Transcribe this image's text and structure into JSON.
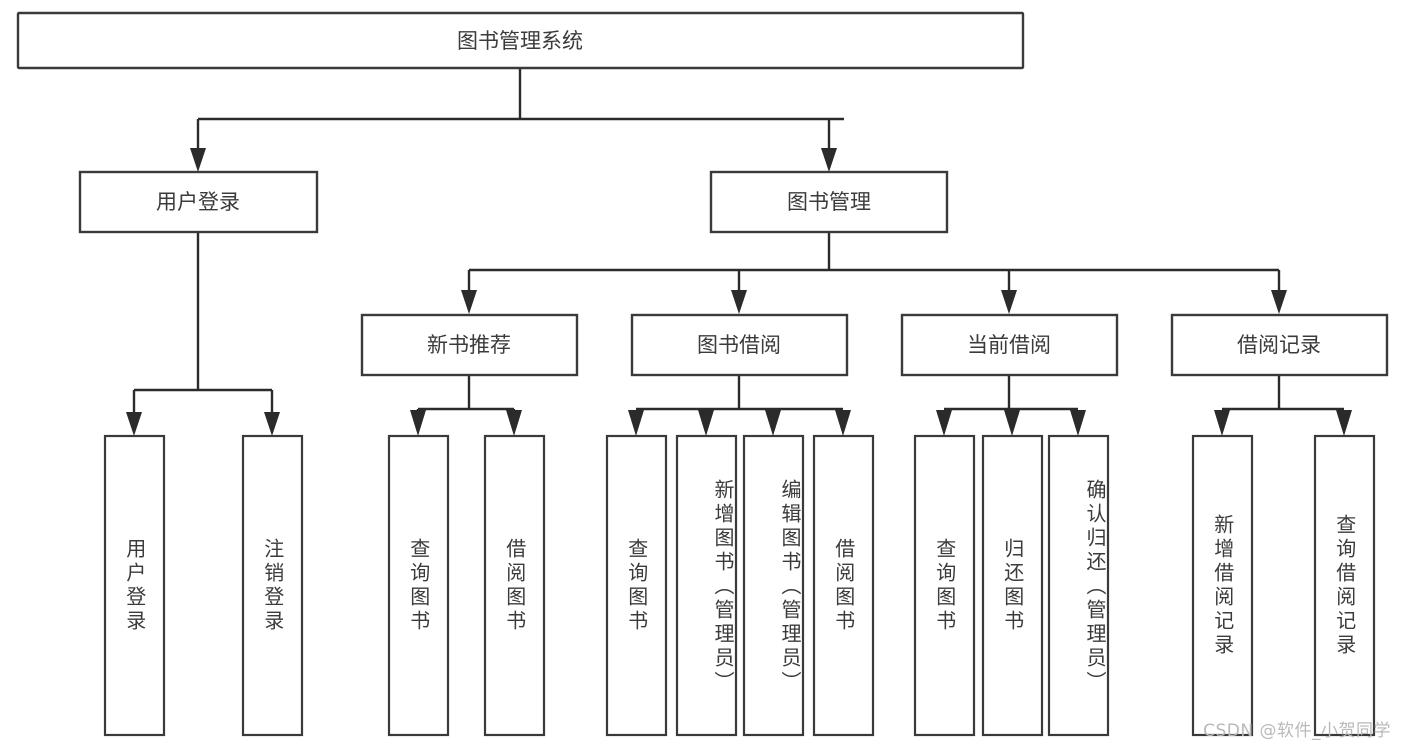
{
  "diagram": {
    "title": "图书管理系统",
    "watermark": "CSDN @软件_小贺同学",
    "colors": {
      "background": "#ffffff",
      "box_stroke": "#3a3a3a",
      "edge_stroke": "#2b2b2b",
      "text": "#3b3b3b",
      "watermark": "#b9b9b9"
    },
    "nodes": {
      "root": {
        "label": "图书管理系统"
      },
      "level1": [
        {
          "label": "用户登录"
        },
        {
          "label": "图书管理"
        }
      ],
      "level2": [
        {
          "label": "新书推荐"
        },
        {
          "label": "图书借阅"
        },
        {
          "label": "当前借阅"
        },
        {
          "label": "借阅记录"
        }
      ],
      "leaves": {
        "user_login": [
          {
            "label": "用户登录"
          },
          {
            "label": "注销登录"
          }
        ],
        "new_book_recommend": [
          {
            "label": "查询图书"
          },
          {
            "label": "借阅图书"
          }
        ],
        "book_borrow": [
          {
            "label": "查询图书"
          },
          {
            "label": "新增图书（管理员）"
          },
          {
            "label": "编辑图书（管理员）"
          },
          {
            "label": "借阅图书"
          }
        ],
        "current_borrow": [
          {
            "label": "查询图书"
          },
          {
            "label": "归还图书"
          },
          {
            "label": "确认归还（管理员）"
          }
        ],
        "borrow_record": [
          {
            "label": "新增借阅记录"
          },
          {
            "label": "查询借阅记录"
          }
        ]
      }
    }
  }
}
